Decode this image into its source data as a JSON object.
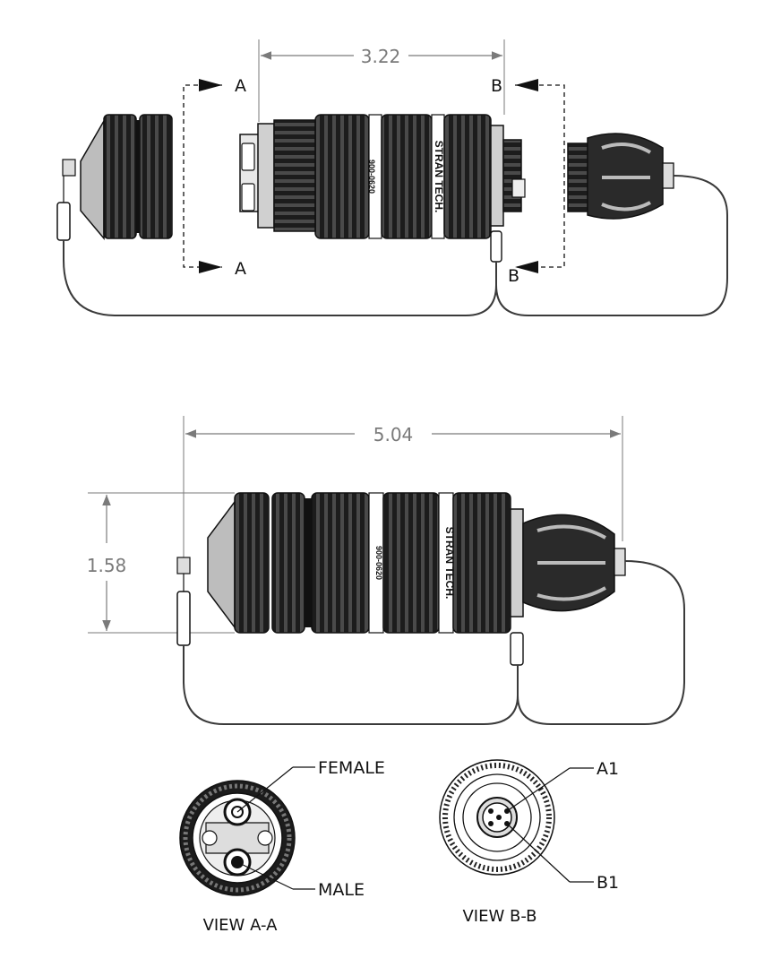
{
  "dimensions": {
    "top_length": "3.22",
    "overall_length": "5.04",
    "diameter": "1.58"
  },
  "section_marks": {
    "a_top": "A",
    "a_bottom": "A",
    "b_top": "B",
    "b_bottom": "B"
  },
  "body_print": {
    "brand": "STRAN TECH.",
    "part_number": "900-0620"
  },
  "callouts": {
    "female": "FEMALE",
    "male": "MALE",
    "a1": "A1",
    "b1": "B1"
  },
  "views": {
    "view_a": "VIEW A-A",
    "view_b": "VIEW B-B"
  },
  "colors": {
    "body": "#1c1c1c",
    "ridge": "#454545",
    "dimension": "#7a7a7a",
    "cable": "#3a3a3a"
  }
}
